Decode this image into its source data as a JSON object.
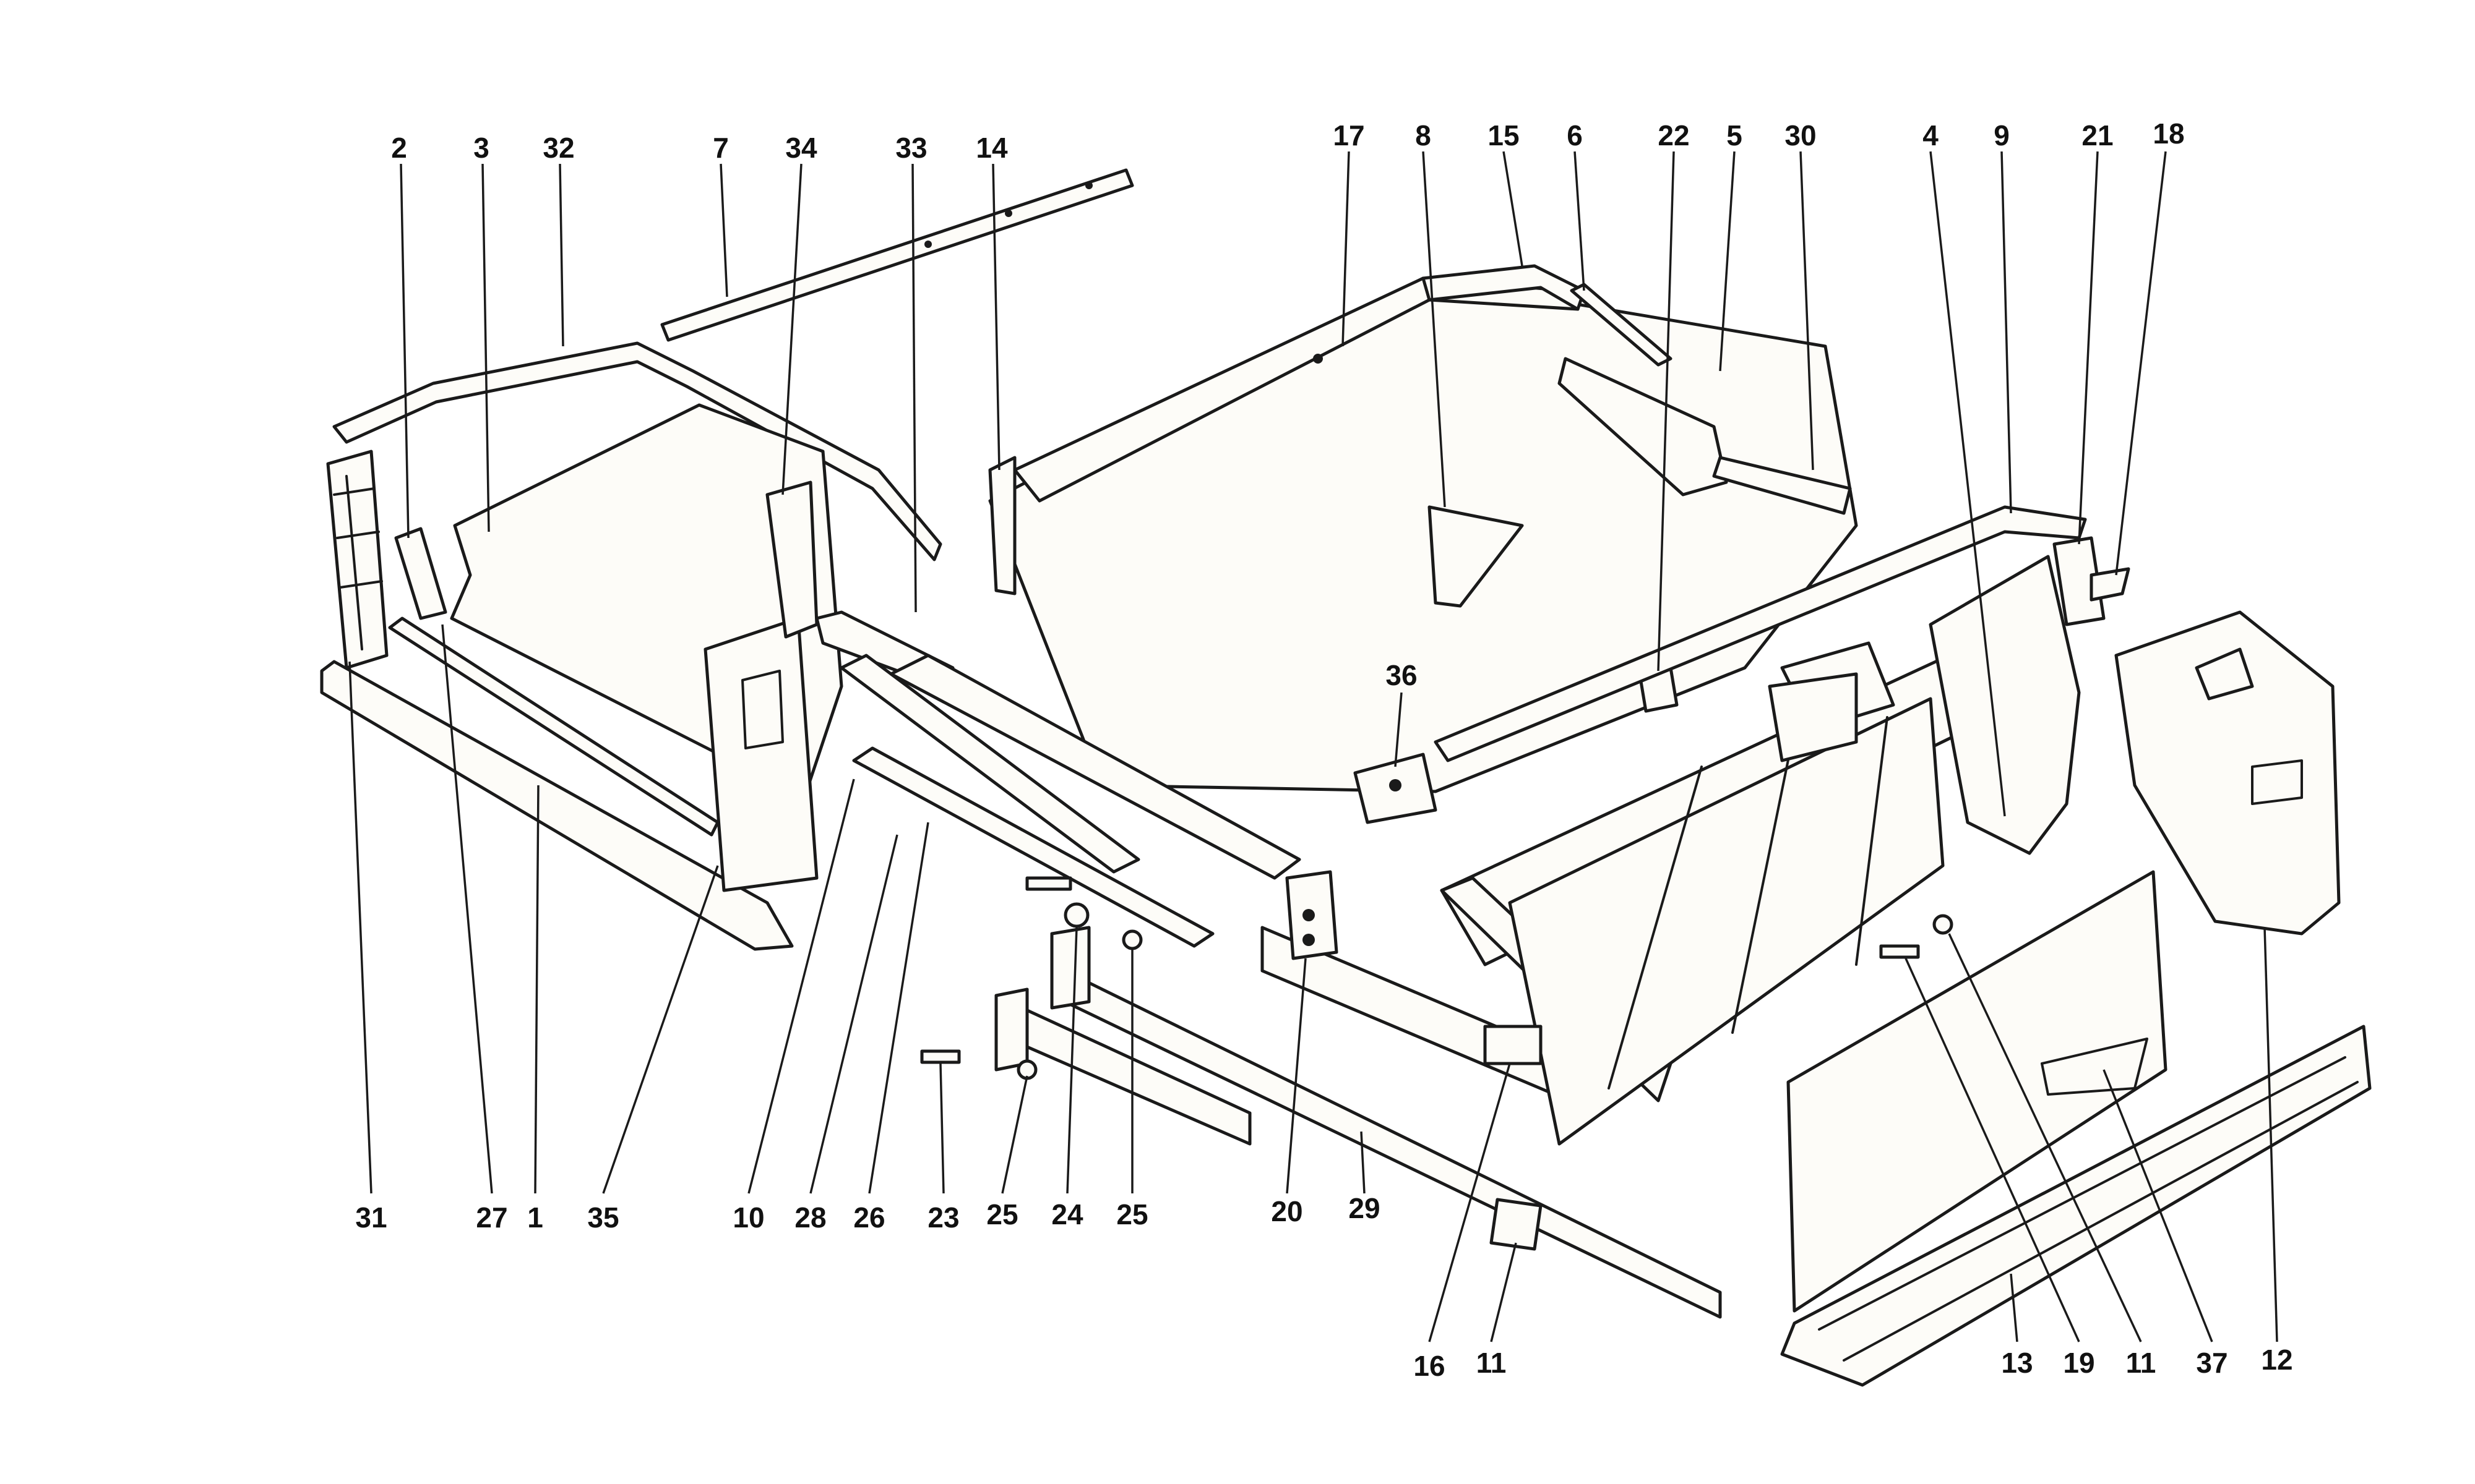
{
  "diagram": {
    "callouts_top": [
      "2",
      "3",
      "32",
      "7",
      "34",
      "33",
      "14",
      "17",
      "8",
      "15",
      "6",
      "22",
      "5",
      "30",
      "4",
      "9",
      "21",
      "18"
    ],
    "callouts_middle": [
      "36"
    ],
    "callouts_bottom": [
      "31",
      "27",
      "1",
      "35",
      "10",
      "28",
      "26",
      "23",
      "25",
      "24",
      "25",
      "20",
      "29",
      "16",
      "11",
      "13",
      "19",
      "11",
      "37",
      "12"
    ]
  }
}
